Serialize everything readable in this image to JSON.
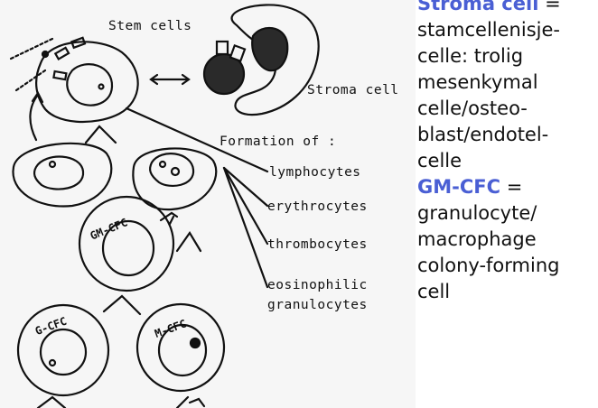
{
  "diagram": {
    "labels": {
      "stem_cells": "Stem cells",
      "stroma_cell": "Stroma cell",
      "formation_of": "Formation of :",
      "lymphocytes": "lymphocytes",
      "erythrocytes": "erythrocytes",
      "thrombocytes": "thrombocytes",
      "eosinophilic_1": "eosinophilic",
      "eosinophilic_2": "granulocytes",
      "gm_cfc": "GM-CFC",
      "g_cfc": "G-CFC",
      "m_cfc": "M-CFC"
    }
  },
  "legend": {
    "stroma": {
      "term": "Stroma cell",
      "suffix": " =",
      "lines": [
        "stamcellenisje-",
        "celle: trolig",
        "mesenkymal",
        "celle/osteo-",
        "blast/endotel-",
        "celle"
      ]
    },
    "gmcfc": {
      "term": "GM-CFC",
      "suffix": " =",
      "lines": [
        "granulocyte/",
        "macrophage",
        "colony-forming",
        "cell"
      ]
    }
  }
}
